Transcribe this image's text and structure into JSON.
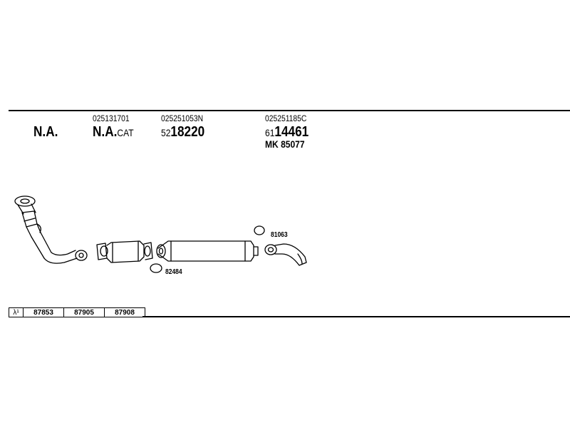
{
  "columns": [
    {
      "na": "N.A."
    },
    {
      "part_number": "025131701",
      "na": "N.A.",
      "suffix": "CAT"
    },
    {
      "part_number": "025251053N",
      "prefix": "52",
      "code": "18220"
    },
    {
      "part_number": "025251185C",
      "prefix": "61",
      "code": "14461",
      "mk": "MK 85077"
    }
  ],
  "callouts": {
    "ring_small": "81063",
    "ring_gasket": "82484"
  },
  "bottom_row": {
    "lambda": "λ¹",
    "codes": [
      "87853",
      "87905",
      "87908"
    ]
  }
}
